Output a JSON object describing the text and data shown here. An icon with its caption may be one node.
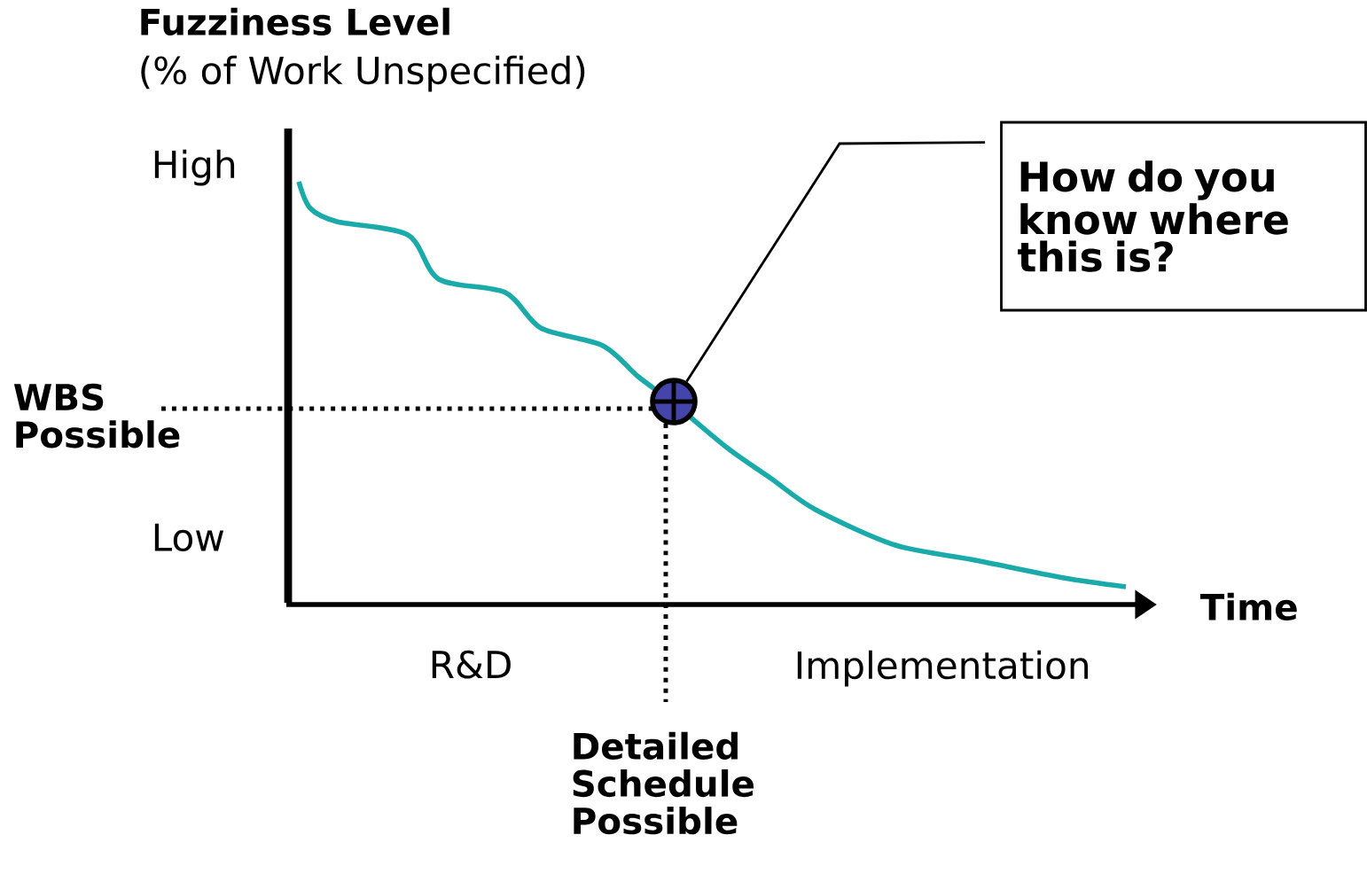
{
  "diagram": {
    "nodes": [
      {
        "text": [
          "How do you know where this is?"
        ]
      },
      {
        "text": [],
        "shape": "circle"
      }
    ],
    "edges": [
      {
        "from": 0,
        "to": 1,
        "arrow": "none"
      }
    ],
    "labels": [
      "Fuzziness Level",
      "(% of Work Unspecified)",
      "High",
      "WBS Possible",
      "Low",
      "Time",
      "R&D",
      "Implementation",
      "Detailed Schedule Possible"
    ]
  }
}
